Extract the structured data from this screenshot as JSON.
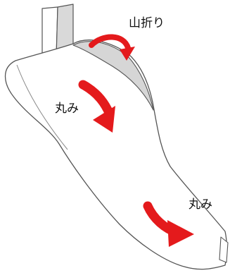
{
  "labels": {
    "mountain_fold": "山折り",
    "round_upper": "丸み",
    "round_lower": "丸み"
  },
  "colors": {
    "arrow": "#e41a1c",
    "outline": "#555555",
    "fold_shade": "#d6d6d6",
    "tab_shade": "#d9d9d9",
    "paper": "#ffffff"
  }
}
